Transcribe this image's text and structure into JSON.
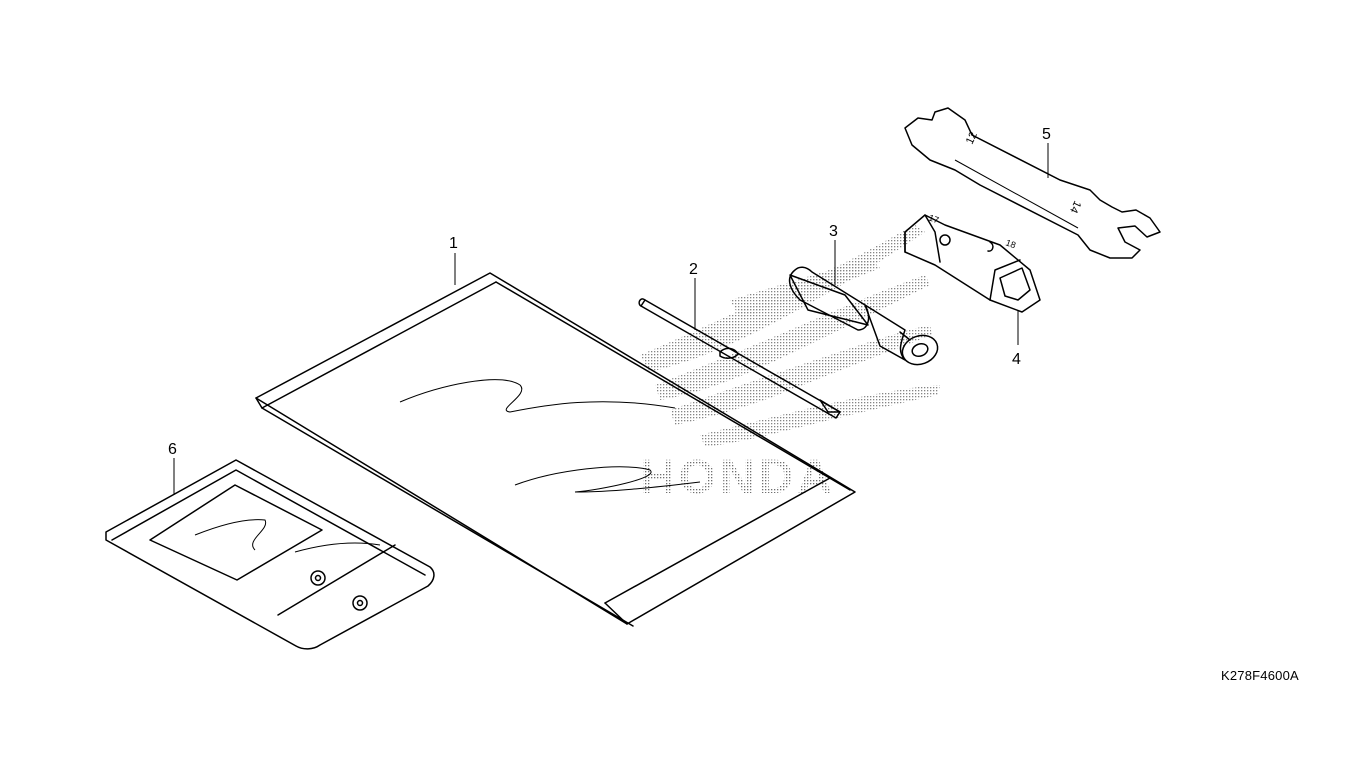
{
  "callouts": {
    "c1": "1",
    "c2": "2",
    "c3": "3",
    "c4": "4",
    "c5": "5",
    "c6": "6"
  },
  "watermark": {
    "text": "HONDA",
    "color": "#7a7a7a"
  },
  "wrench_markings": {
    "a": "12",
    "b": "14"
  },
  "socket_markings": {
    "a": "17",
    "b": "18"
  },
  "diagram_code": "K278F4600A"
}
